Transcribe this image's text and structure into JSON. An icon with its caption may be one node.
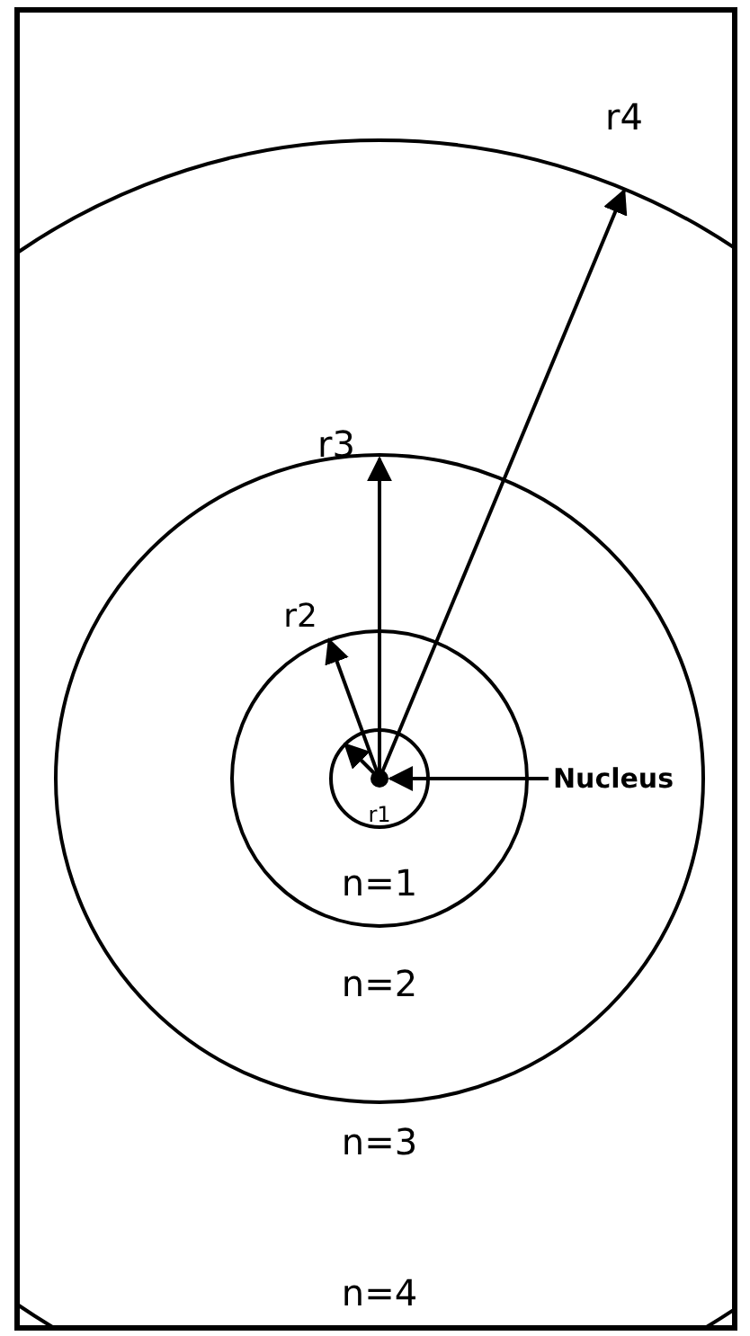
{
  "diagram": {
    "nodes": [
      {
        "text": [
          "n=4"
        ]
      },
      {
        "text": [
          "n=3"
        ],
        "in": 0
      },
      {
        "text": [
          "n=2"
        ],
        "in": 1
      },
      {
        "text": [
          "n=1"
        ],
        "in": 2
      },
      {
        "text": [],
        "shape": "circle",
        "in": 3
      },
      {
        "text": [
          "Nucleus"
        ],
        "in": 1
      }
    ],
    "edges": [
      {
        "from": 5,
        "to": 4,
        "arrow": "to"
      }
    ],
    "labels": [
      "r4",
      "r3",
      "r2",
      "r1"
    ]
  }
}
